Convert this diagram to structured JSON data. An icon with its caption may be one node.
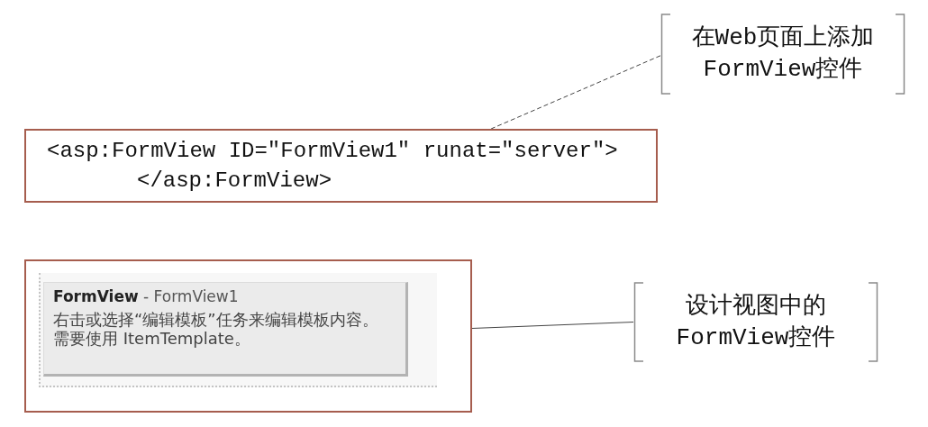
{
  "diagram": {
    "nodes": [
      {
        "text": [
          "在Web页面上添加FormView控件"
        ]
      },
      {
        "text": [
          "<asp:FormView ID=\"FormView1\" runat=\"server\">",
          "</asp:FormView>"
        ]
      },
      {
        "text": [],
        "shape": "box"
      },
      {
        "text": [
          "**FormView** - FormView1",
          "右击或选择“编辑模板”任务来编辑模板内容。需要使用 ItemTemplate。"
        ],
        "in": 2
      },
      {
        "text": [
          "设计视图中的FormView控件"
        ]
      }
    ],
    "edges": [
      {
        "from": 0,
        "to": 1,
        "arrow": "none",
        "style": "dashed"
      },
      {
        "from": 4,
        "to": 2,
        "arrow": "none"
      }
    ]
  }
}
